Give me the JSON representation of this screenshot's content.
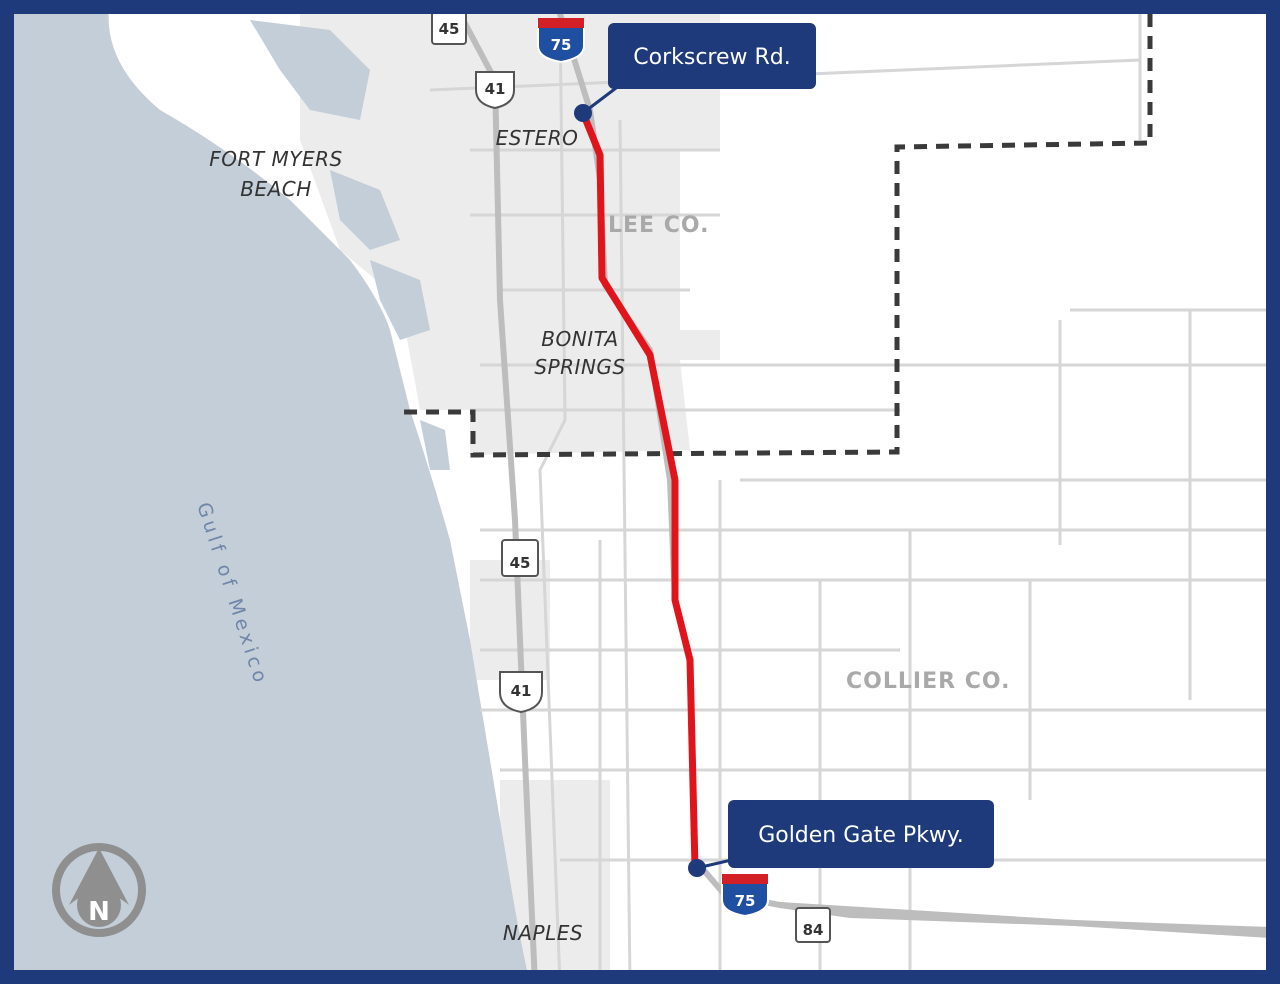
{
  "map": {
    "colors": {
      "frame": "#1f3a7a",
      "water": "#c3ced9",
      "land": "#ffffff",
      "urban": "#ececec",
      "road": "#d6d6d6",
      "highway": "#bdbdbd",
      "project": "#e0151c",
      "callout": "#1f3a7a",
      "county_line": "#3a3a3a"
    },
    "callouts": {
      "north": "Corkscrew Rd.",
      "south": "Golden Gate Pkwy."
    },
    "places": {
      "fort_myers_beach_1": "FORT MYERS",
      "fort_myers_beach_2": "BEACH",
      "estero": "ESTERO",
      "bonita_1": "BONITA",
      "bonita_2": "SPRINGS",
      "naples": "NAPLES"
    },
    "counties": {
      "lee": "LEE CO.",
      "collier": "COLLIER CO."
    },
    "water_label": "Gulf of Mexico",
    "shields": {
      "sr45_top": "45",
      "us41_top": "41",
      "i75_top": "75",
      "sr45_mid": "45",
      "us41_mid": "41",
      "i75_bottom": "75",
      "sr84": "84"
    },
    "north_arrow": "N"
  }
}
